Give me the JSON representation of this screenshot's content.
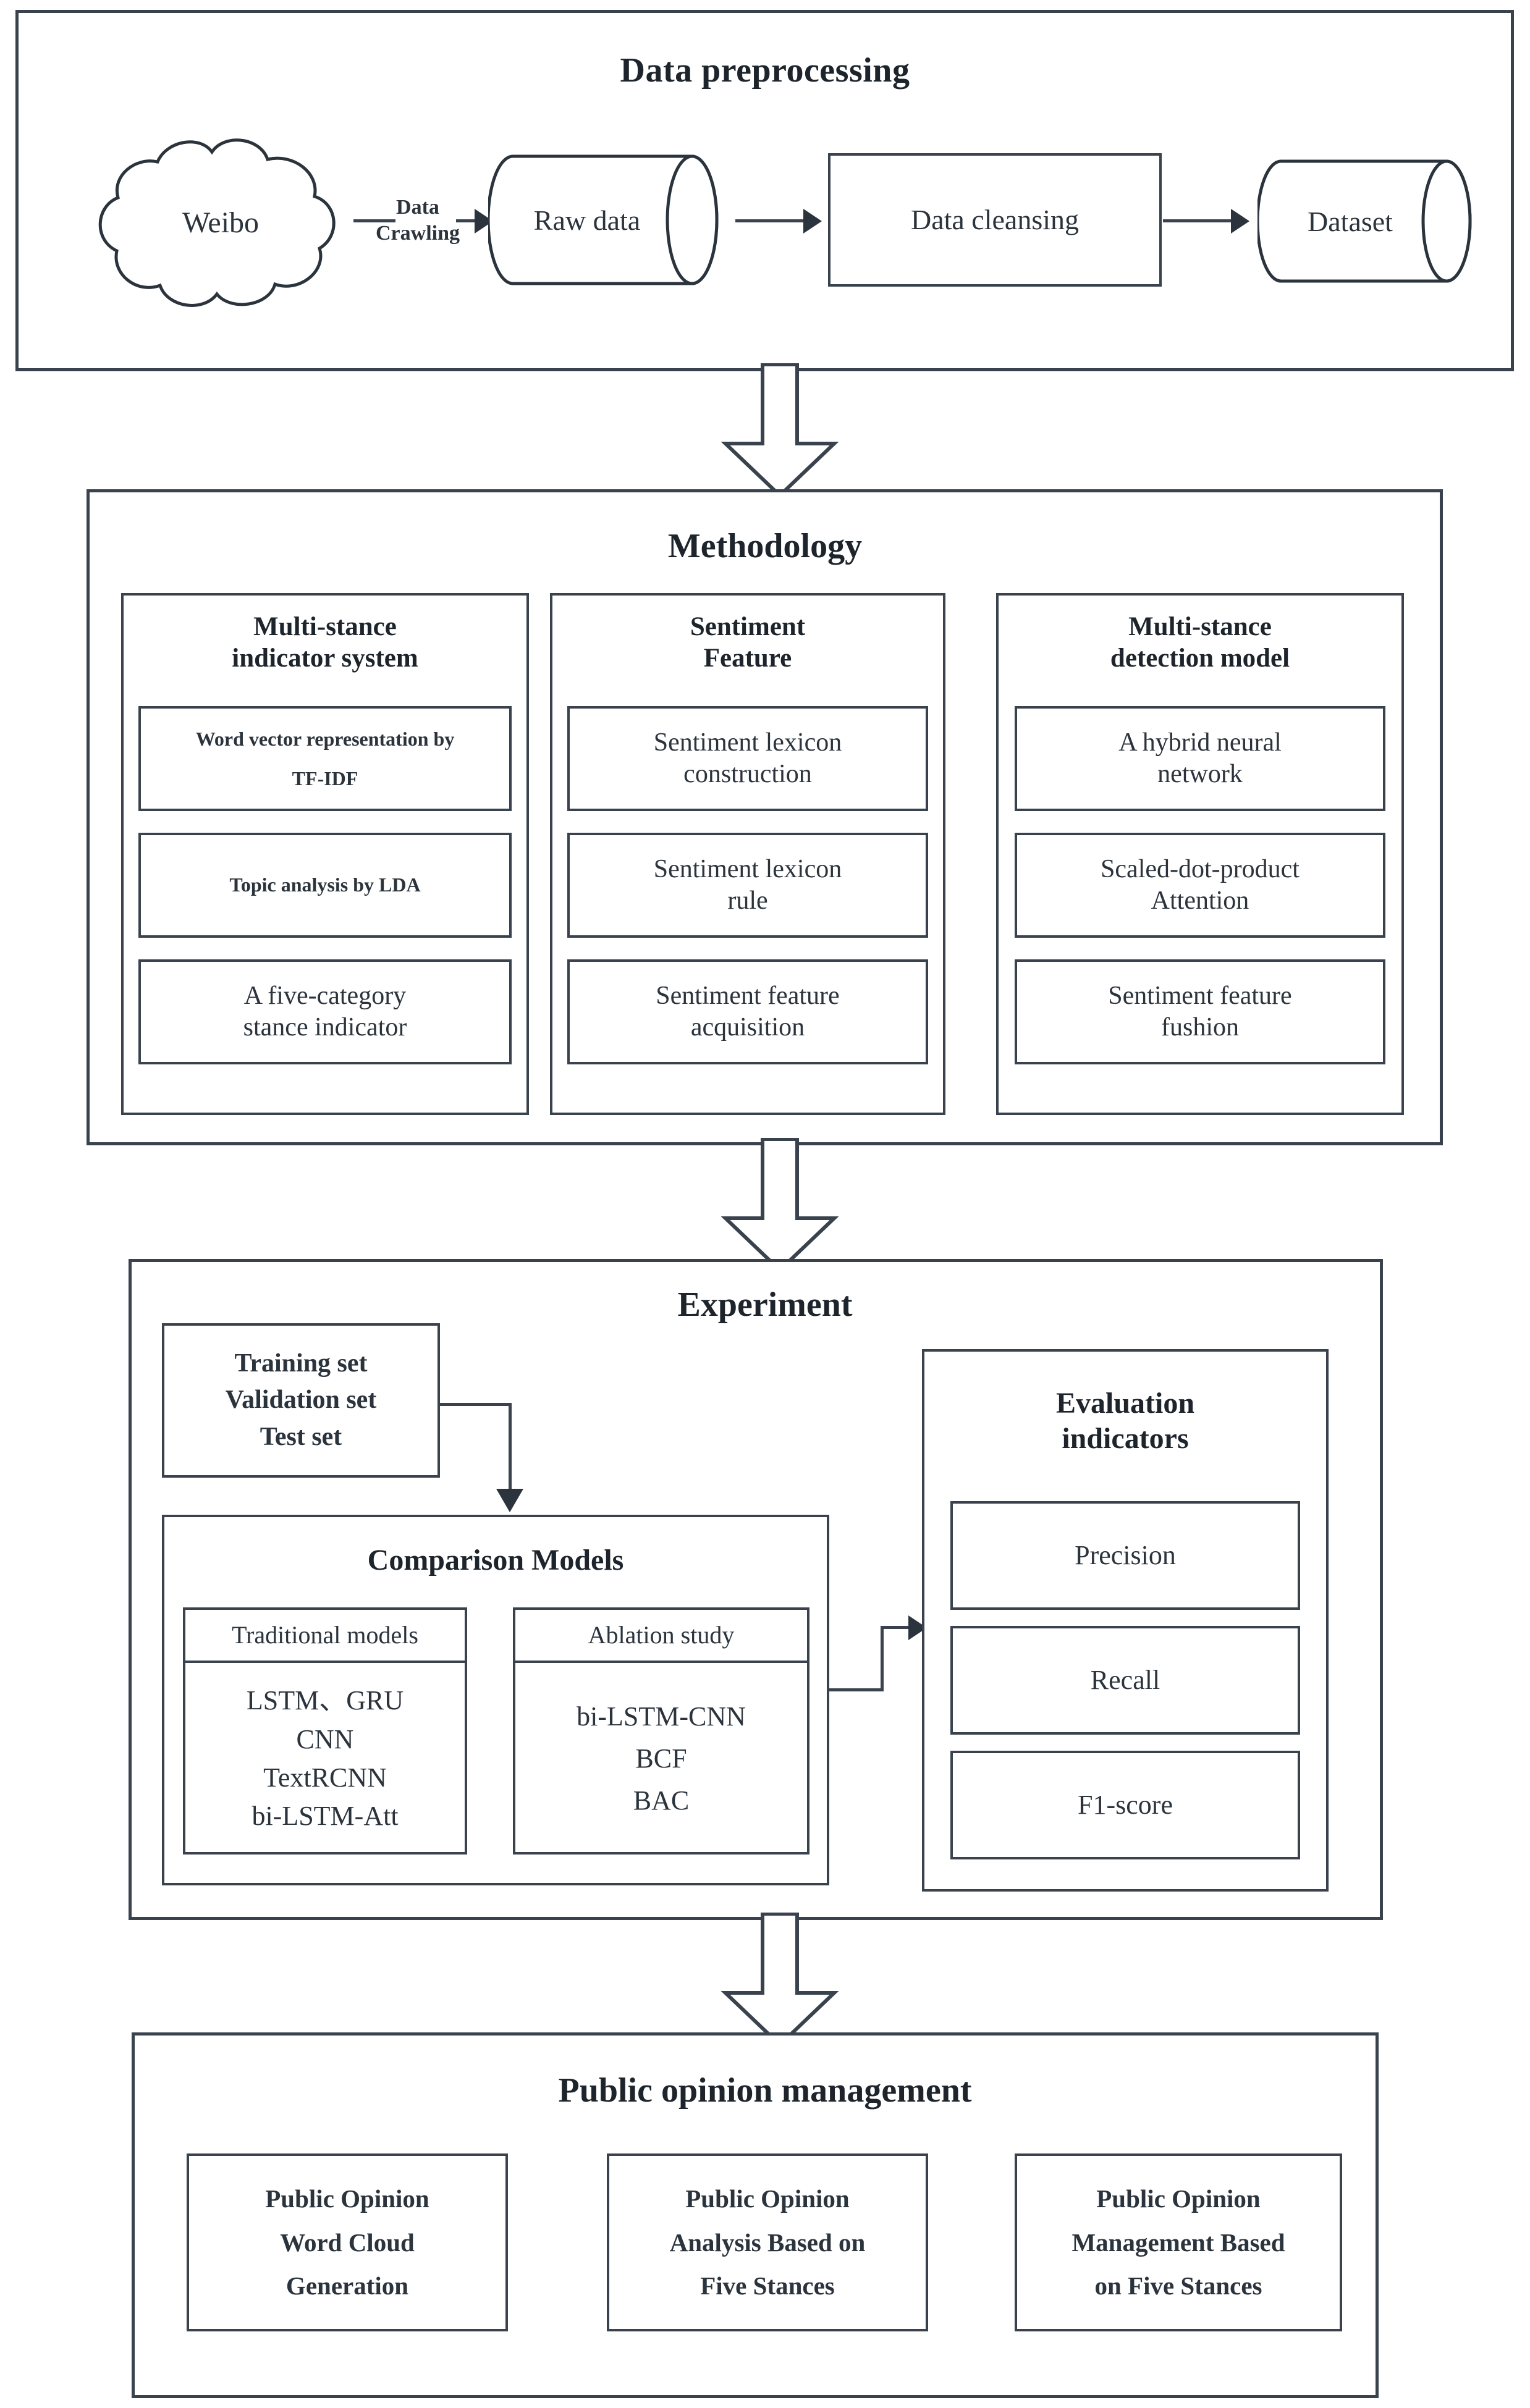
{
  "diagram": {
    "type": "research-framework-flowchart",
    "line_color": "#39424d",
    "text_color": "#2b333c",
    "background": "#ffffff"
  },
  "preprocessing": {
    "title": "Data preprocessing",
    "source_label": "Weibo",
    "edge_label": "Data\nCrawling",
    "nodes": [
      {
        "label": "Raw data",
        "shape": "cylinder"
      },
      {
        "label": "Data cleansing",
        "shape": "rect"
      },
      {
        "label": "Dataset",
        "shape": "cylinder"
      }
    ]
  },
  "methodology": {
    "title": "Methodology",
    "columns": [
      {
        "title": "Multi-stance\nindicator system",
        "items": [
          {
            "label": "Word vector representation by\nTF-IDF",
            "bold": true
          },
          {
            "label": "Topic analysis by LDA",
            "bold": true
          },
          {
            "label": "A five-category\nstance indicator",
            "bold": false
          }
        ]
      },
      {
        "title": "Sentiment\nFeature",
        "items": [
          {
            "label": "Sentiment lexicon\nconstruction",
            "bold": false
          },
          {
            "label": "Sentiment lexicon\nrule",
            "bold": false
          },
          {
            "label": "Sentiment feature\nacquisition",
            "bold": false
          }
        ]
      },
      {
        "title": "Multi-stance\ndetection model",
        "items": [
          {
            "label": "A hybrid neural\nnetwork",
            "bold": false
          },
          {
            "label": "Scaled-dot-product\nAttention",
            "bold": false
          },
          {
            "label": "Sentiment feature\nfushion",
            "bold": false
          }
        ]
      }
    ]
  },
  "experiment": {
    "title": "Experiment",
    "datasets_box": "Training set\nValidation set\nTest set",
    "comparison": {
      "title": "Comparison Models",
      "groups": [
        {
          "header": "Traditional  models",
          "items": "LSTM、GRU\nCNN\nTextRCNN\nbi-LSTM-Att"
        },
        {
          "header": "Ablation study",
          "items": "bi-LSTM-CNN\nBCF\nBAC"
        }
      ]
    },
    "evaluation": {
      "title": "Evaluation\nindicators",
      "items": [
        "Precision",
        "Recall",
        "F1-score"
      ]
    }
  },
  "management": {
    "title": "Public opinion management",
    "items": [
      "Public Opinion\nWord Cloud\nGeneration",
      "Public Opinion\nAnalysis Based on\nFive Stances",
      "Public Opinion\nManagement Based\non Five Stances"
    ]
  }
}
